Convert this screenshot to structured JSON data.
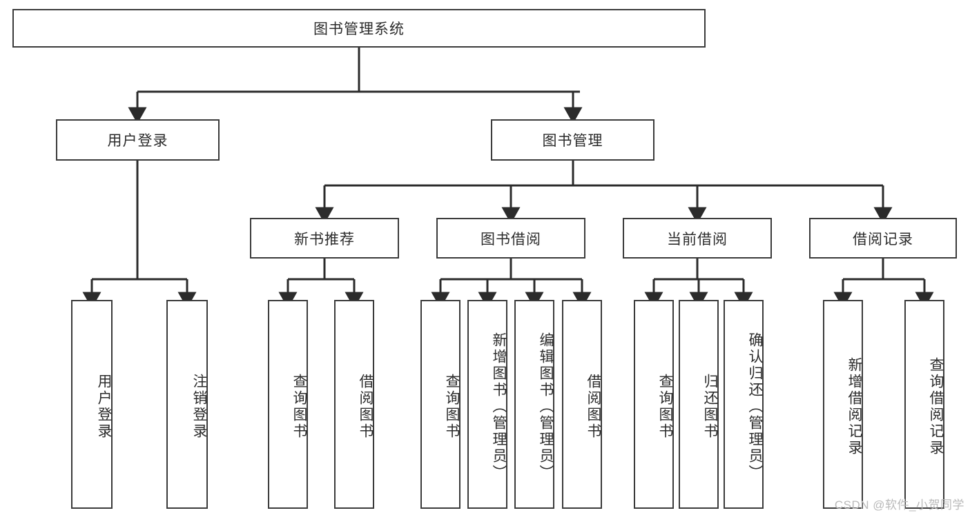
{
  "diagram": {
    "title": "图书管理系统",
    "type": "hierarchy-tree",
    "watermark": "CSDN @软件_小贺同学",
    "colors": {
      "box_border": "#3a3a3a",
      "box_fill": "#ffffff",
      "edge": "#2b2b2b",
      "text": "#2b2b2b",
      "watermark": "#b9b9b9",
      "background": "#ffffff"
    },
    "levels": {
      "root": {
        "label": "图书管理系统"
      },
      "level2": [
        {
          "label": "用户登录"
        },
        {
          "label": "图书管理"
        }
      ],
      "level3": [
        {
          "label": "新书推荐"
        },
        {
          "label": "图书借阅"
        },
        {
          "label": "当前借阅"
        },
        {
          "label": "借阅记录"
        }
      ],
      "leaves": {
        "user_login": [
          {
            "label": "用户登录"
          },
          {
            "label": "注销登录"
          }
        ],
        "new_book_recommend": [
          {
            "label": "查询图书"
          },
          {
            "label": "借阅图书"
          }
        ],
        "book_borrow": [
          {
            "label": "查询图书"
          },
          {
            "label": "新增图书（管理员）"
          },
          {
            "label": "编辑图书（管理员）"
          },
          {
            "label": "借阅图书"
          }
        ],
        "current_borrow": [
          {
            "label": "查询图书"
          },
          {
            "label": "归还图书"
          },
          {
            "label": "确认归还（管理员）"
          }
        ],
        "borrow_record": [
          {
            "label": "新增借阅记录"
          },
          {
            "label": "查询借阅记录"
          }
        ]
      }
    }
  }
}
